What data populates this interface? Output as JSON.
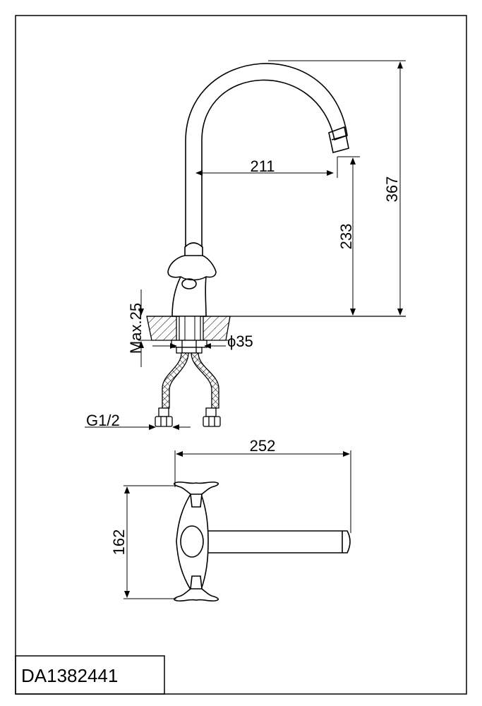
{
  "dimensions": {
    "spout_reach": "211",
    "spout_outlet_height": "233",
    "total_height": "367",
    "max_deck_thickness": "Max.25",
    "hole_diameter": "ϕ35",
    "thread_size": "G1/2",
    "overall_width": "252",
    "handle_span": "162"
  },
  "model_number": "DA1382441",
  "colors": {
    "line": "#000000",
    "background": "#ffffff"
  }
}
